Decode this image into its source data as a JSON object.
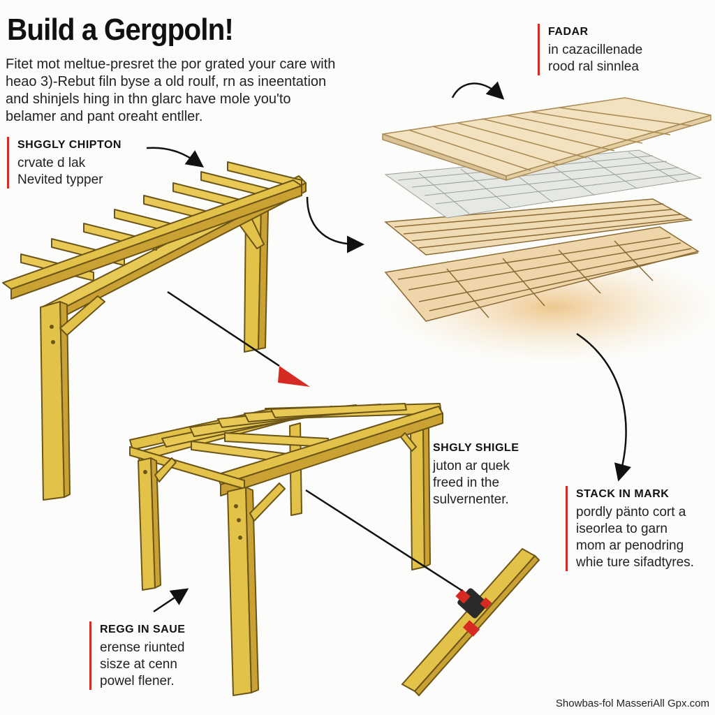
{
  "title": "Build a Gergpoln!",
  "intro": [
    "Fitet mot meltue-presret the por grated your care with",
    "heao 3)-Rebut filn byse a old roulf, rn as ineentation",
    "and shinjels hing in thn glarc have mole you'to",
    "belamer and pant oreaht entller."
  ],
  "callouts": {
    "fadar": {
      "heading": "FADAR",
      "lines": [
        "in cazacillenade",
        "rood ral sinnlea"
      ]
    },
    "shggly_chipton": {
      "heading": "SHGGLY CHIPTON",
      "lines": [
        "crvate d lak",
        "Nevited typper"
      ]
    },
    "shgly_shigle": {
      "heading": "SHGLY SHIGLE",
      "lines": [
        "juton ar quek",
        "freed in the",
        "sulvernenter."
      ]
    },
    "stack_in_mark": {
      "heading": "STACK IN MARK",
      "lines": [
        "pordly pänto cort a",
        "iseorlea to garn",
        "mom ar penodring",
        "whie ture sifadtyres."
      ]
    },
    "regg_in_saue": {
      "heading": "REGG IN SAUE",
      "lines": [
        "erense riunted",
        "siszе at cenn",
        "powel flener."
      ]
    }
  },
  "credit": "Showbas-fol MasseriAll Gpx.com",
  "colors": {
    "wood": "#e3c24a",
    "wood_dark": "#6b5418",
    "accent": "#d62b22",
    "plank": "#f2e2bf",
    "tile": "#e6e8e4"
  }
}
